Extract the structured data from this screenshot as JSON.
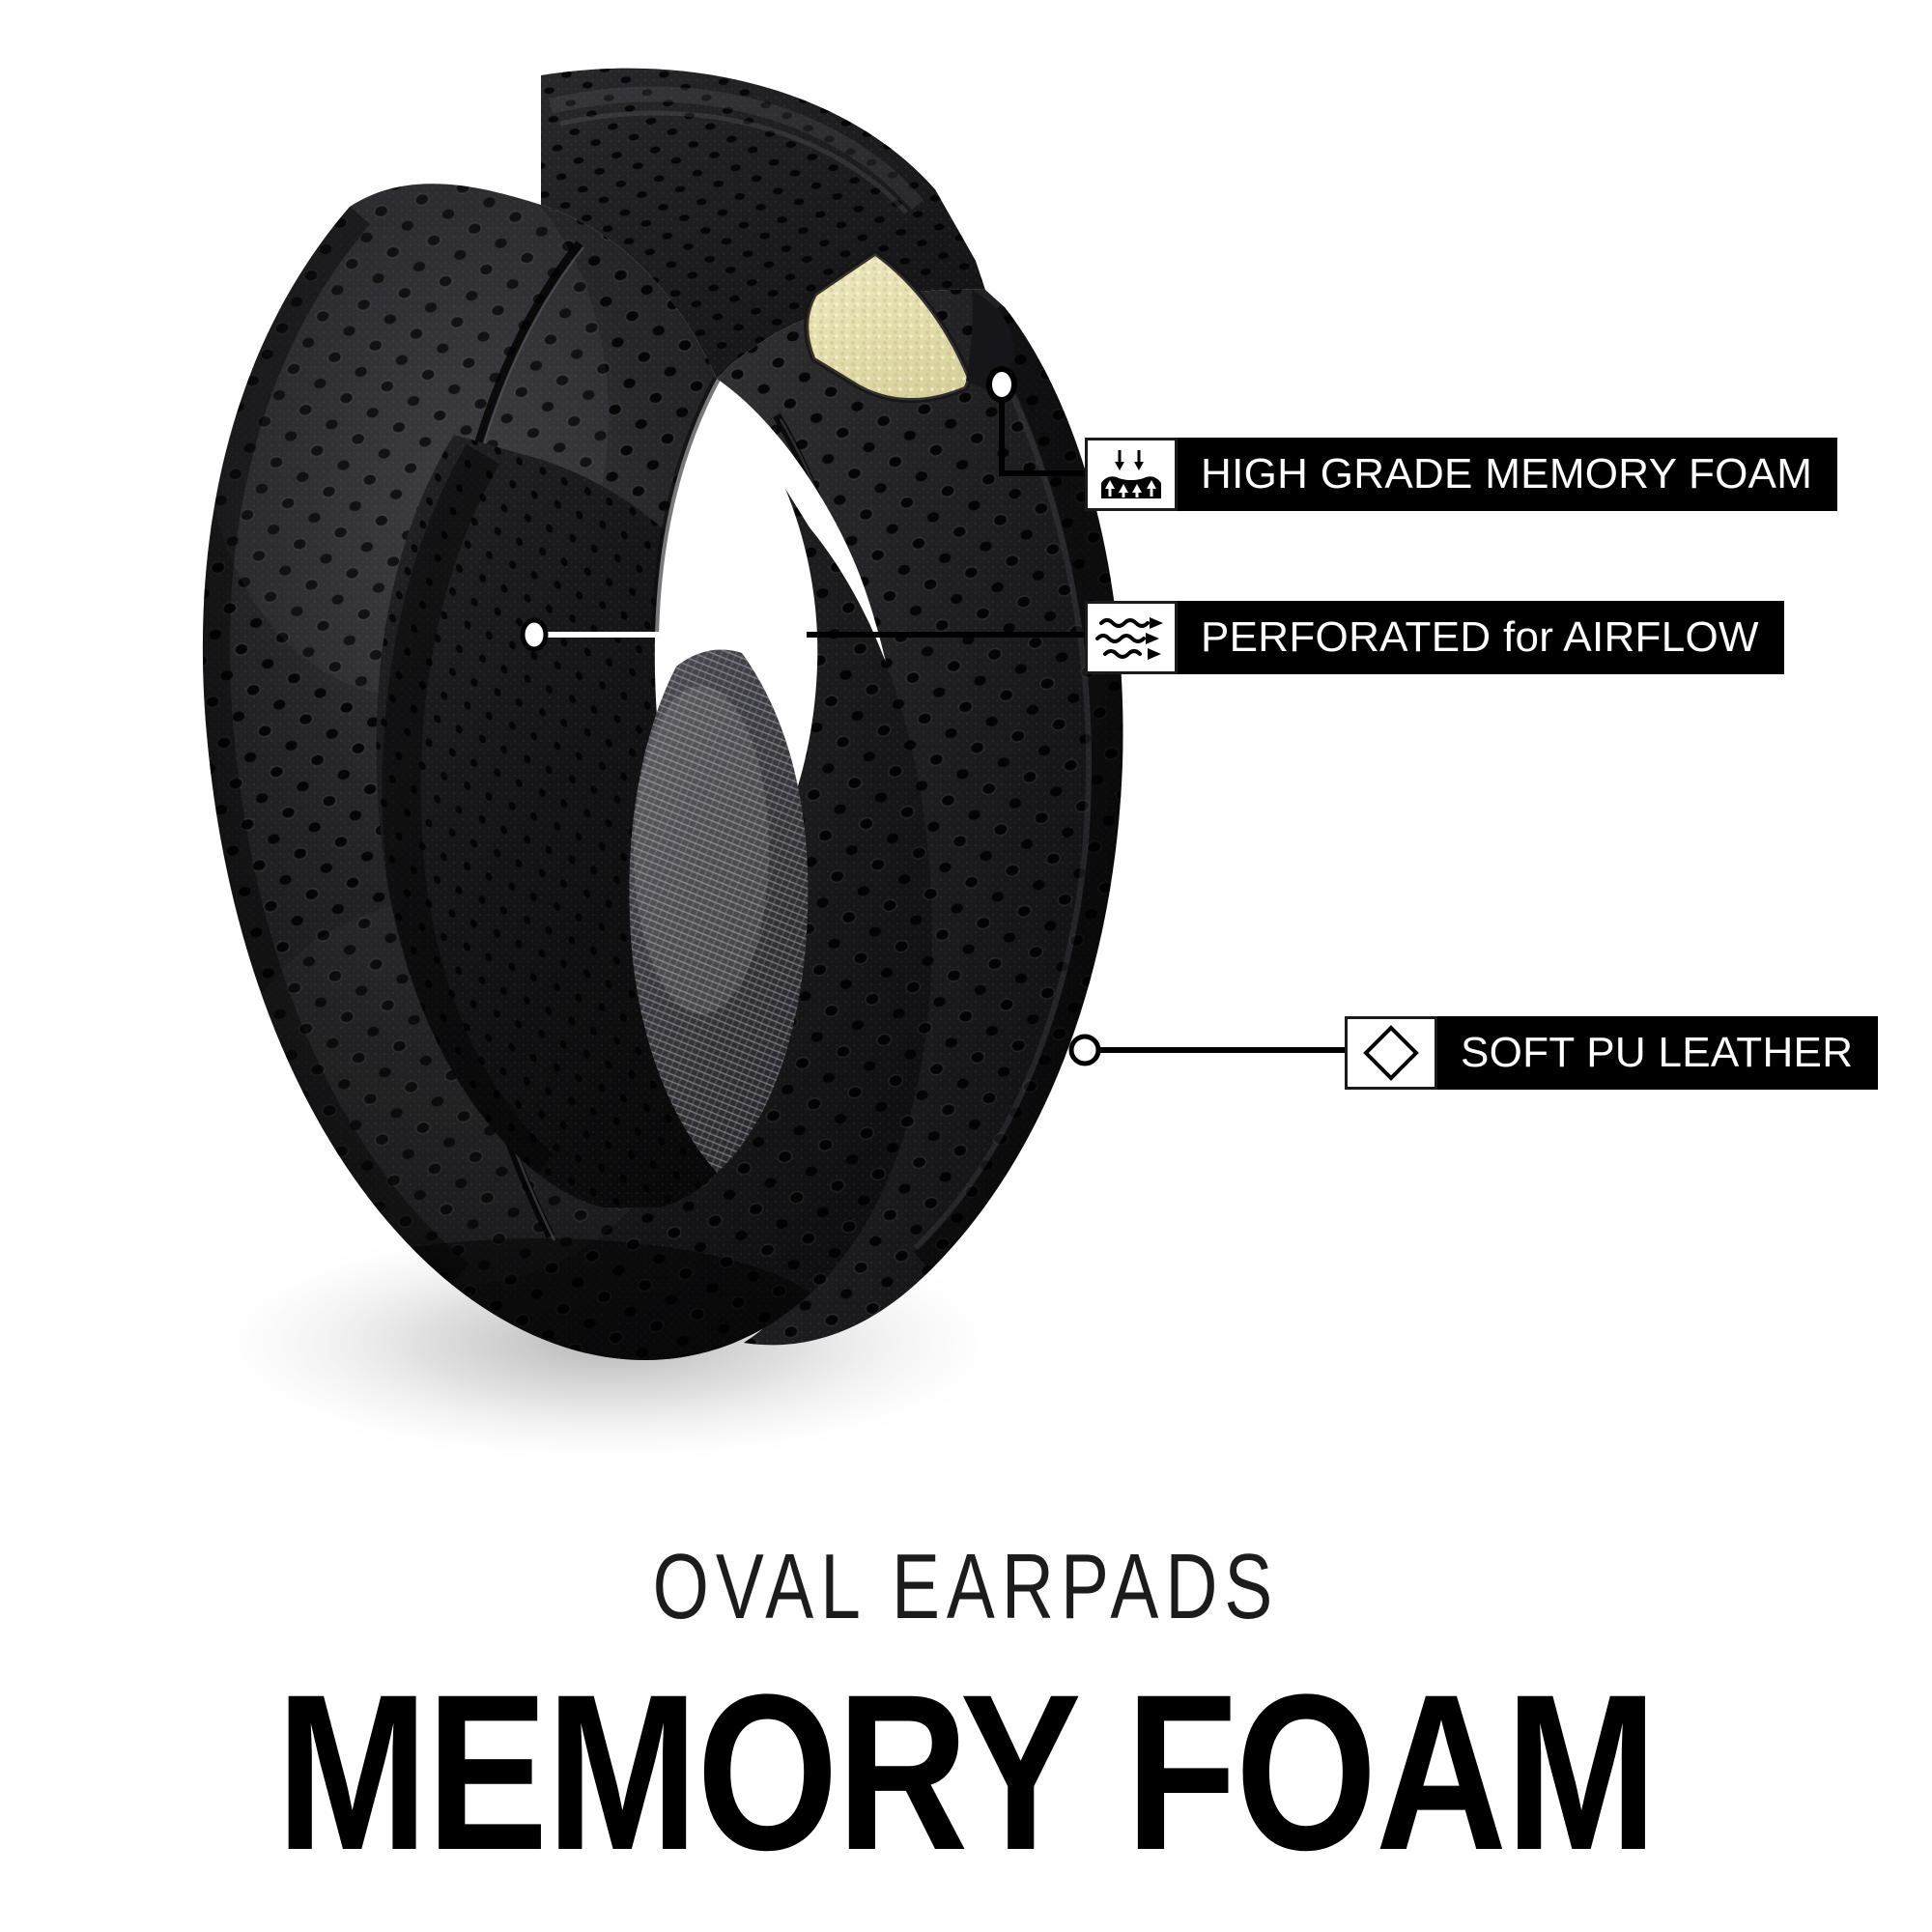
{
  "background_color": "#ffffff",
  "product": {
    "name": "oval-memory-foam-earpad",
    "materials": {
      "leather_color": "#1b1b1d",
      "foam_color": "#e8e3b4",
      "mesh_color": "#3a3a3c",
      "shadow_color": "#cfcfcf"
    }
  },
  "callouts": [
    {
      "id": "memory-foam",
      "icon_name": "memory-foam-compression-icon",
      "label": "HIGH GRADE MEMORY FOAM",
      "bar_color": "#000000",
      "text_color": "#ffffff"
    },
    {
      "id": "airflow",
      "icon_name": "airflow-waves-icon",
      "label": "PERFORATED for AIRFLOW",
      "bar_color": "#000000",
      "text_color": "#ffffff"
    },
    {
      "id": "pu-leather",
      "icon_name": "diamond-leather-icon",
      "label": "SOFT PU LEATHER",
      "bar_color": "#000000",
      "text_color": "#ffffff"
    }
  ],
  "titles": {
    "subtitle": "OVAL EARPADS",
    "headline": "MEMORY FOAM"
  }
}
